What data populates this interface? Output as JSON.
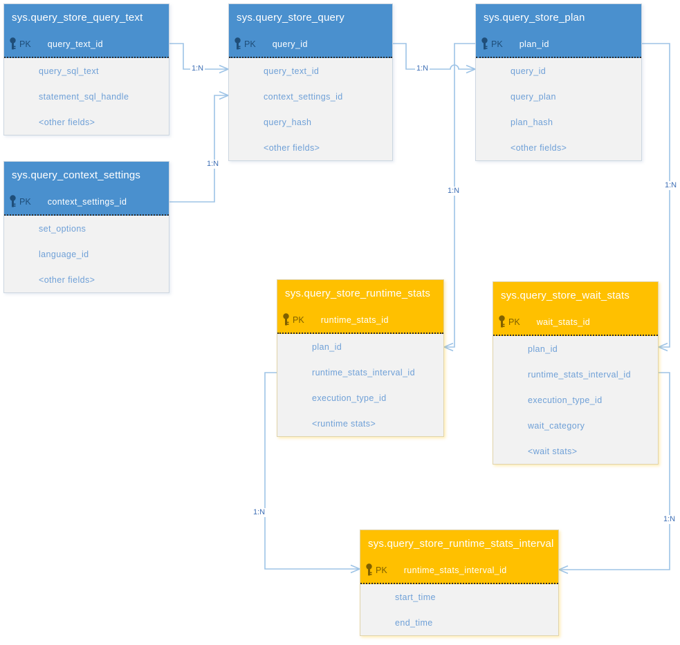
{
  "diagram": {
    "kind": "entity-relationship-diagram",
    "colors": {
      "blue_header": "#4a90ce",
      "orange_header": "#ffc000",
      "body_background": "#f2f2f2",
      "connector_line": "#9dc3e6",
      "relationship_label_text": "#3e6fb5",
      "field_text": "#6fa0d7",
      "pk_text_on_blue": "#1f4e79",
      "pk_text_on_orange": "#7f6000"
    },
    "entities": [
      {
        "name": "sys.query_store_query_text",
        "theme": "blue",
        "pk_label": "PK",
        "pk": "query_text_id",
        "fields": [
          "query_sql_text",
          "statement_sql_handle",
          "<other fields>"
        ]
      },
      {
        "name": "sys.query_store_query",
        "theme": "blue",
        "pk_label": "PK",
        "pk": "query_id",
        "fields": [
          "query_text_id",
          "context_settings_id",
          "query_hash",
          "<other fields>"
        ]
      },
      {
        "name": "sys.query_store_plan",
        "theme": "blue",
        "pk_label": "PK",
        "pk": "plan_id",
        "fields": [
          "query_id",
          "query_plan",
          "plan_hash",
          "<other fields>"
        ]
      },
      {
        "name": "sys.query_context_settings",
        "theme": "blue",
        "pk_label": "PK",
        "pk": "context_settings_id",
        "fields": [
          "set_options",
          "language_id",
          "<other fields>"
        ]
      },
      {
        "name": "sys.query_store_runtime_stats",
        "theme": "orange",
        "pk_label": "PK",
        "pk": "runtime_stats_id",
        "fields": [
          "plan_id",
          "runtime_stats_interval_id",
          "execution_type_id",
          "<runtime stats>"
        ]
      },
      {
        "name": "sys.query_store_wait_stats",
        "theme": "orange",
        "pk_label": "PK",
        "pk": "wait_stats_id",
        "fields": [
          "plan_id",
          "runtime_stats_interval_id",
          "execution_type_id",
          "wait_category",
          "<wait stats>"
        ]
      },
      {
        "name": "sys.query_store_runtime_stats_interval",
        "theme": "orange",
        "pk_label": "PK",
        "pk": "runtime_stats_interval_id",
        "fields": [
          "start_time",
          "end_time"
        ]
      }
    ],
    "relationships": [
      {
        "label": "1:N",
        "from": "sys.query_store_query_text.query_text_id",
        "to": "sys.query_store_query.query_text_id"
      },
      {
        "label": "1:N",
        "from": "sys.query_context_settings.context_settings_id",
        "to": "sys.query_store_query.context_settings_id"
      },
      {
        "label": "1:N",
        "from": "sys.query_store_query.query_id",
        "to": "sys.query_store_plan.query_id"
      },
      {
        "label": "1:N",
        "from": "sys.query_store_plan.plan_id",
        "to": "sys.query_store_runtime_stats.plan_id"
      },
      {
        "label": "1:N",
        "from": "sys.query_store_plan.plan_id",
        "to": "sys.query_store_wait_stats.plan_id"
      },
      {
        "label": "1:N",
        "from": "sys.query_store_runtime_stats.runtime_stats_interval_id",
        "to": "sys.query_store_runtime_stats_interval.runtime_stats_interval_id"
      },
      {
        "label": "1:N",
        "from": "sys.query_store_wait_stats.runtime_stats_interval_id",
        "to": "sys.query_store_runtime_stats_interval.runtime_stats_interval_id"
      }
    ]
  }
}
